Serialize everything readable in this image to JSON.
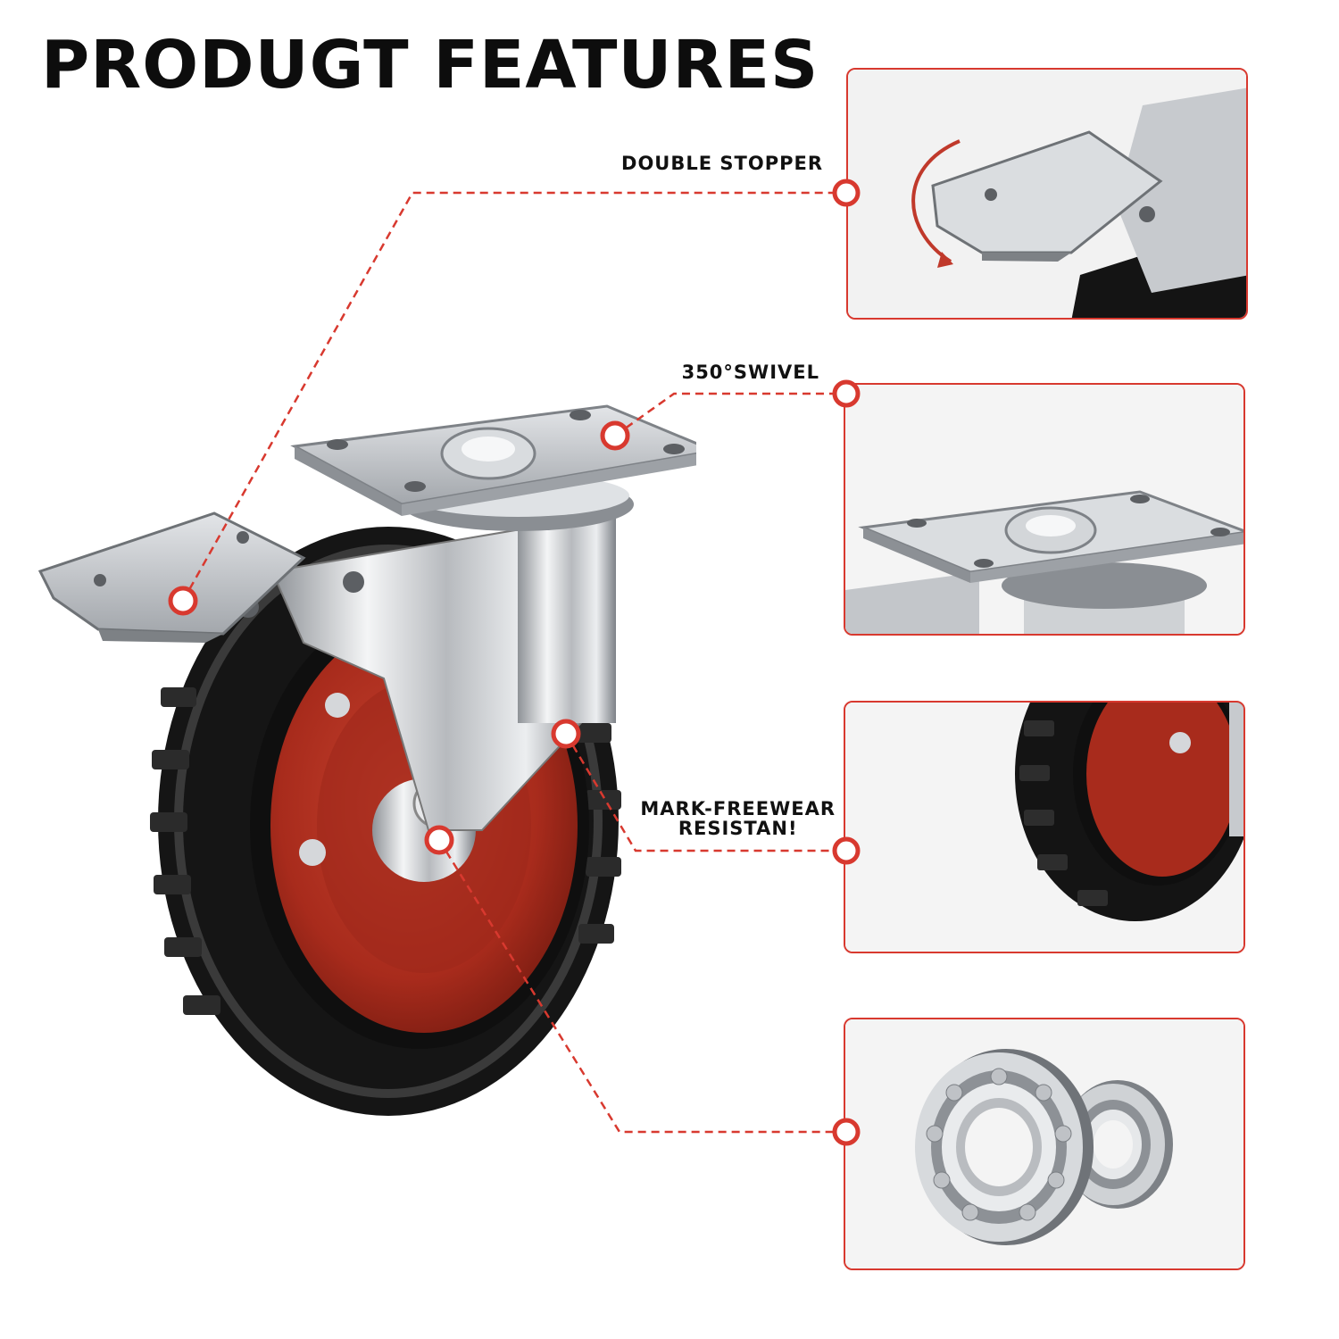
{
  "title": "PRODUGT FEATURES",
  "features": [
    {
      "label": "DOUBLE STOPPER"
    },
    {
      "label": "350°SWIVEL"
    },
    {
      "label_lines": [
        "MARK-FREEWEAR",
        "RESISTAN!"
      ]
    },
    {
      "label": ""
    }
  ],
  "colors": {
    "accent": "#d8392f",
    "wheel_hub": "#b3301f",
    "tire": "#1a1a1a",
    "chrome": "#c9ccd0"
  }
}
